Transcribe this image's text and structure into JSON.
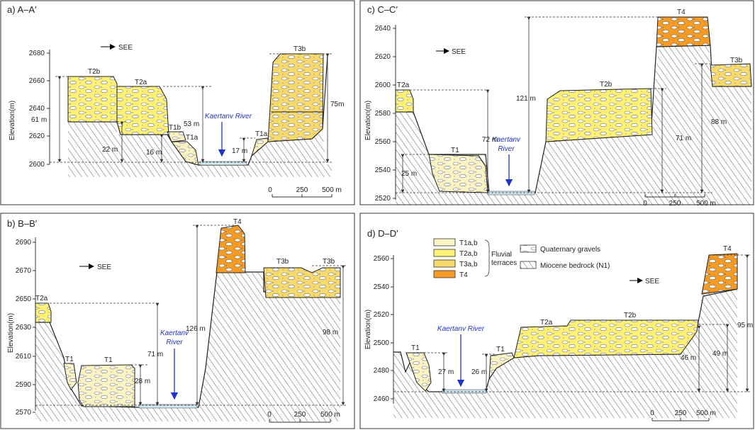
{
  "colors": {
    "t1": "#fbf3c4",
    "t2": "#fff176",
    "t3": "#f8d96b",
    "t4": "#f59a23",
    "river": "#2233cc",
    "water": "#cfe6ef"
  },
  "panels": {
    "a": {
      "title": "a)  A–A′",
      "ylabel": "Elevation(m)",
      "yticks": [
        "2680",
        "2660",
        "2640",
        "2620",
        "2600"
      ],
      "direction": "SEE",
      "river": "Kaertanv River",
      "terraces": [
        "T2b",
        "T2a",
        "T1b",
        "T1a",
        "T1a",
        "T3b"
      ],
      "dims": [
        "61 m",
        "22 m",
        "16 m",
        "53 m",
        "17 m",
        "75m"
      ],
      "scale": [
        "0",
        "250",
        "500 m"
      ]
    },
    "b": {
      "title": "b)  B–B′",
      "ylabel": "Elevation(m)",
      "yticks": [
        "2690",
        "2670",
        "2650",
        "2630",
        "2610",
        "2590",
        "2570"
      ],
      "direction": "SEE",
      "river_line1": "Kaertanv",
      "river_line2": "River",
      "terraces": [
        "T2a",
        "T1",
        "T1",
        "T4",
        "T3b",
        "T3b"
      ],
      "dims": [
        "71 m",
        "28 m",
        "126 m",
        "98 m"
      ],
      "scale": [
        "0",
        "250",
        "500 m"
      ]
    },
    "c": {
      "title": "c)  C–C′",
      "ylabel": "Elevation(m)",
      "yticks": [
        "2640",
        "2620",
        "2600",
        "2580",
        "2560",
        "2540",
        "2520"
      ],
      "direction": "SEE",
      "river_line1": "Kaertanv",
      "river_line2": "River",
      "terraces": [
        "T2a",
        "T1",
        "T2b",
        "T4",
        "T3b"
      ],
      "dims": [
        "25 m",
        "72 m",
        "121 m",
        "71 m",
        "88 m"
      ],
      "scale": [
        "0",
        "250",
        "500 m"
      ]
    },
    "d": {
      "title": "d)  D–D′",
      "ylabel": "Elevation(m)",
      "yticks": [
        "2560",
        "2540",
        "2520",
        "2500",
        "2480",
        "2460"
      ],
      "direction": "SEE",
      "river": "Kaertanv River",
      "terraces": [
        "T1",
        "T1",
        "T2a",
        "T2b",
        "T4"
      ],
      "dims": [
        "27 m",
        "26 m",
        "46 m",
        "49 m",
        "95 m"
      ],
      "scale": [
        "0",
        "250",
        "500 m"
      ]
    }
  },
  "legend": {
    "items": [
      "T1a,b",
      "T2a,b",
      "T3a,b",
      "T4"
    ],
    "group": [
      "Fluvial",
      "terraces"
    ],
    "gravel": "Quaternary gravels",
    "bedrock": "Miocene bedrock (N1)"
  }
}
